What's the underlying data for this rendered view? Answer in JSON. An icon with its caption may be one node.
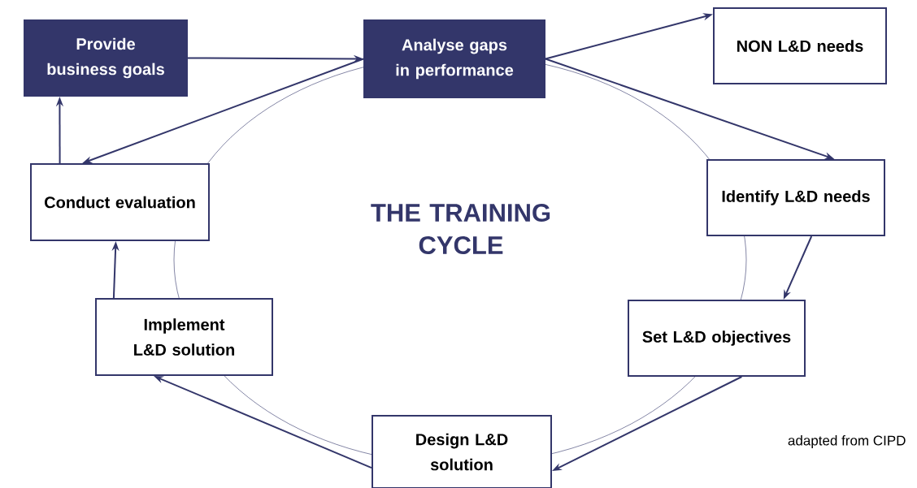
{
  "diagram": {
    "title": "THE TRAINING CYCLE",
    "nodes": [
      {
        "text": [
          "Provide business goals"
        ]
      },
      {
        "text": [
          "Analyse gaps in performance"
        ]
      },
      {
        "text": [
          "NON L&D needs"
        ]
      },
      {
        "text": [
          "Identify L&D needs"
        ]
      },
      {
        "text": [
          "Set L&D objectives"
        ]
      },
      {
        "text": [
          "Design L&D solution"
        ]
      },
      {
        "text": [
          "Implement L&D solution"
        ]
      },
      {
        "text": [
          "Conduct evaluation"
        ]
      }
    ],
    "edges": [
      {
        "from": 0,
        "to": 1,
        "arrow": "to"
      },
      {
        "from": 1,
        "to": 2,
        "arrow": "to"
      },
      {
        "from": 1,
        "to": 3,
        "arrow": "to"
      },
      {
        "from": 3,
        "to": 4,
        "arrow": "to"
      },
      {
        "from": 4,
        "to": 5,
        "arrow": "to"
      },
      {
        "from": 5,
        "to": 6,
        "arrow": "to"
      },
      {
        "from": 6,
        "to": 7,
        "arrow": "to"
      },
      {
        "from": 7,
        "to": 0,
        "arrow": "to"
      },
      {
        "from": 1,
        "to": 7,
        "arrow": "to"
      }
    ],
    "labels": [
      "adapted from CIPD"
    ]
  }
}
